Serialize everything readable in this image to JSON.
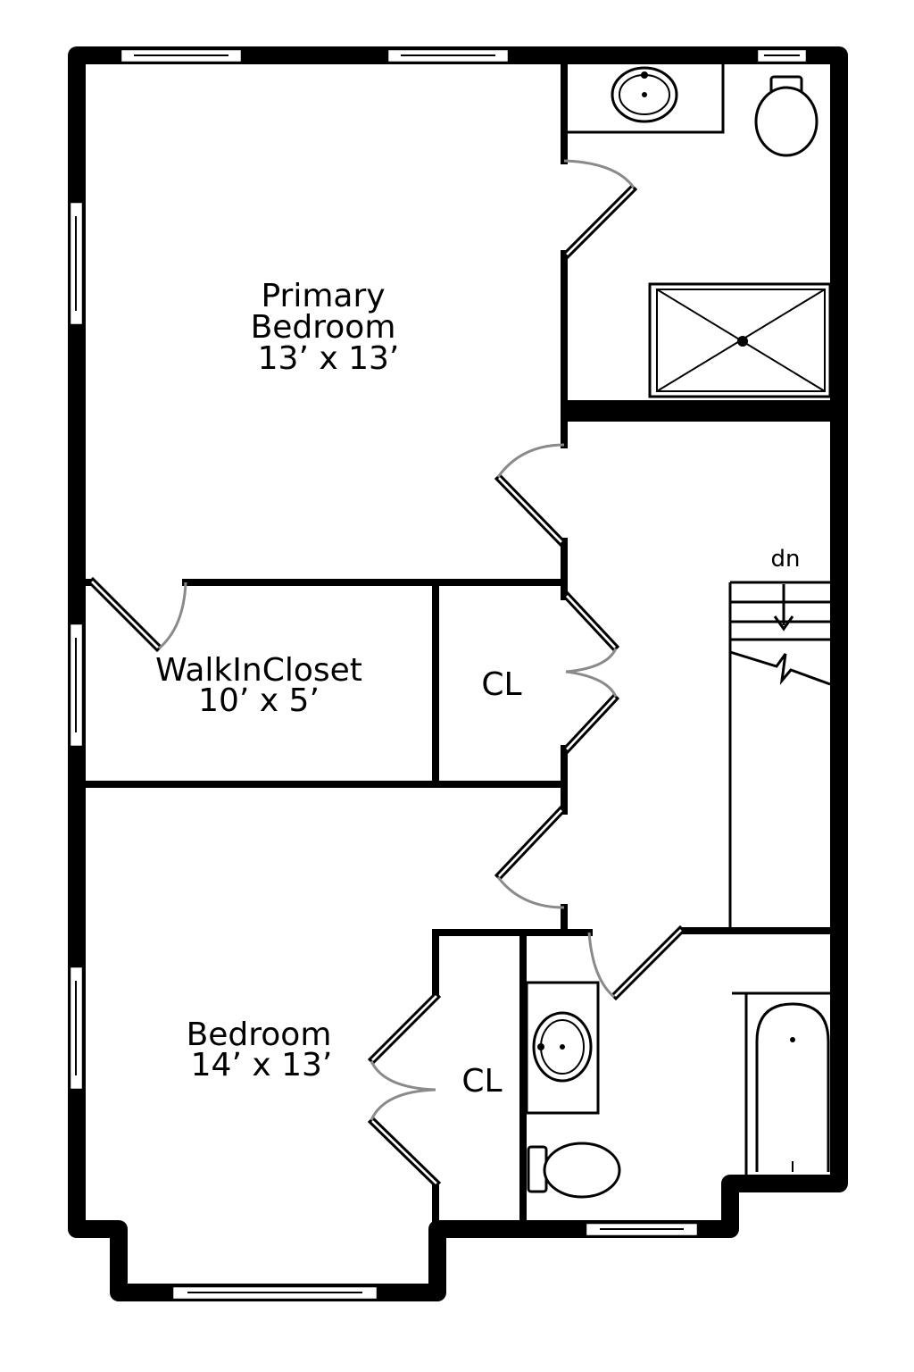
{
  "rooms": {
    "primary_bedroom": {
      "name_line1": "Primary",
      "name_line2": "Bedroom",
      "size": "13’ x 13’"
    },
    "walk_in_closet": {
      "name": "WalkInCloset",
      "size": "10’ x 5’"
    },
    "hall_closet": {
      "name": "CL"
    },
    "bedroom": {
      "name": "Bedroom",
      "size": "14’ x 13’"
    },
    "bedroom_closet": {
      "name": "CL"
    }
  },
  "stairs": {
    "direction_label": "dn"
  },
  "colors": {
    "walls": "#000000",
    "door_swing": "#8a8a8a",
    "background": "#ffffff"
  }
}
